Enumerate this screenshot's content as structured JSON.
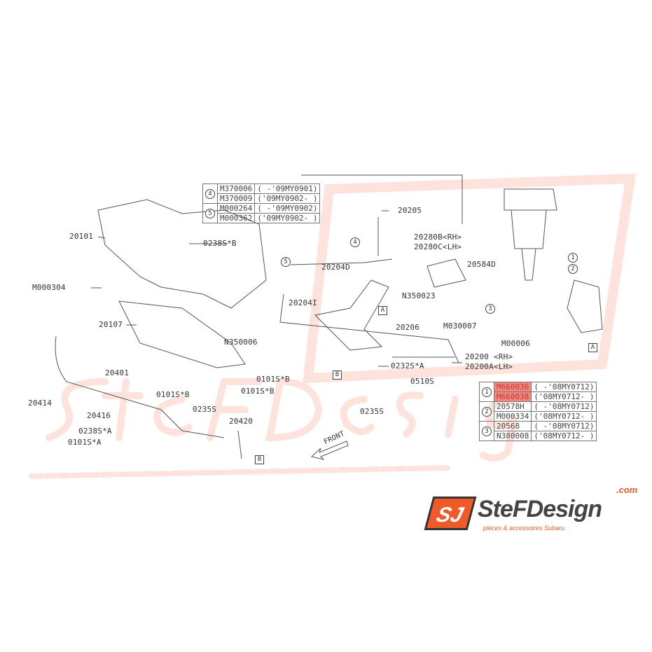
{
  "watermark": {
    "brand": "SteFDesign",
    "domain": ".com",
    "tagline": "pièces & accessoires Subaru"
  },
  "logo": {
    "mark": "SJ",
    "brand": "SteFDesign",
    "domain": ".com",
    "tagline": "pièces & accessoires Subaru"
  },
  "front_label": "FRONT",
  "labels": {
    "p20205": "20205",
    "p20101": "20101",
    "p0238SB": "0238S*B",
    "p20280B": "20280B<RH>",
    "p20280C": "20280C<LH>",
    "p20204D": "20204D",
    "p20584D": "20584D",
    "pM000304": "M000304",
    "p20204I": "20204I",
    "p20107": "20107",
    "pN350023": "N350023",
    "p20206": "20206",
    "pM030007": "M030007",
    "pN350006": "N350006",
    "pM00006": "M00006",
    "p20200": "20200 <RH>",
    "p20200A": "20200A<LH>",
    "p0232SA": "0232S*A",
    "p0510S": "0510S",
    "p20401": "20401",
    "p0101SB1": "0101S*B",
    "p0101SB2": "0101S*B",
    "p0101SB3": "0101S*B",
    "p20414": "20414",
    "p0235S1": "0235S",
    "p0235S2": "0235S",
    "p20416": "20416",
    "p20420": "20420",
    "p0238SA": "0238S*A",
    "p0101SA": "0101S*A"
  },
  "callouts": {
    "c1": "1",
    "c2": "2",
    "c3": "3",
    "c4": "4",
    "c5": "5",
    "A": "A",
    "B": "B"
  },
  "table_top": [
    {
      "ref": "4",
      "part": "M370006",
      "range": "( -'09MY0901)"
    },
    {
      "ref": "",
      "part": "M370009",
      "range": "('09MY0902- )"
    },
    {
      "ref": "5",
      "part": "M000264",
      "range": "( -'09MY0902)"
    },
    {
      "ref": "",
      "part": "M000362",
      "range": "('09MY0902- )"
    }
  ],
  "table_right": [
    {
      "ref": "1",
      "part": "M660036",
      "range": "( -'08MY0712)"
    },
    {
      "ref": "",
      "part": "M660038",
      "range": "('08MY0712- )"
    },
    {
      "ref": "2",
      "part": "20578H",
      "range": "( -'08MY0712)"
    },
    {
      "ref": "",
      "part": "M000334",
      "range": "('08MY0712- )"
    },
    {
      "ref": "3",
      "part": "20568",
      "range": "( -'08MY0712)"
    },
    {
      "ref": "",
      "part": "N380008",
      "range": "('08MY0712- )"
    }
  ]
}
